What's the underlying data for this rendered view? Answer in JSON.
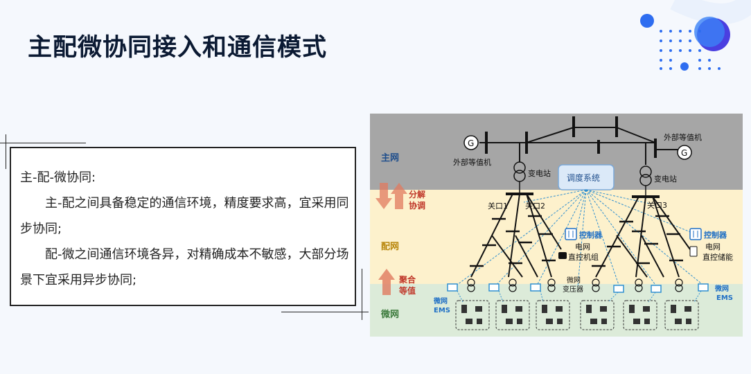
{
  "page": {
    "title": "主配微协同接入和通信模式"
  },
  "textbox": {
    "heading": "主-配-微协同:",
    "para1": "主-配之间具备稳定的通信环境，精度要求高，宜采用同步协同;",
    "para2": "配-微之间通信环境各异，对精确成本不敏感，大部分场景下宜采用异步协同;"
  },
  "diagram": {
    "layers": {
      "main": "主网",
      "distribution": "配网",
      "micro": "微网"
    },
    "arrows": {
      "decompose_line1": "分解",
      "decompose_line2": "协调",
      "aggregate_line1": "聚合",
      "aggregate_line2": "等值"
    },
    "labels": {
      "external_left": "外部等值机",
      "external_right": "外部等值机",
      "generator": "G",
      "substation_left": "变电站",
      "substation_right": "变电站",
      "dispatch": "调度系统",
      "gate1": "关口1",
      "gate2": "关口2",
      "gate3": "关口3",
      "controller_left": "控制器",
      "controller_right": "控制器",
      "grid_left_line1": "电网",
      "grid_left_line2": "直控机组",
      "grid_right_line1": "电网",
      "grid_right_line2": "直控储能",
      "micro_transformer_line1": "微网",
      "micro_transformer_line2": "变压器",
      "ems_left_line1": "微网",
      "ems_left_line2": "EMS",
      "ems_right_line1": "微网",
      "ems_right_line2": "EMS"
    },
    "colors": {
      "main_band": "#a6a6a6",
      "distribution_band": "#fdf1cc",
      "micro_band": "#dcebd9",
      "main_text": "#1f4e8c",
      "distribution_text": "#b8860b",
      "micro_text": "#3c7a3c",
      "arrow_text": "#c0392b",
      "dispatch_fill": "#dbe9f8",
      "controller_text": "#1f6fc5"
    }
  }
}
